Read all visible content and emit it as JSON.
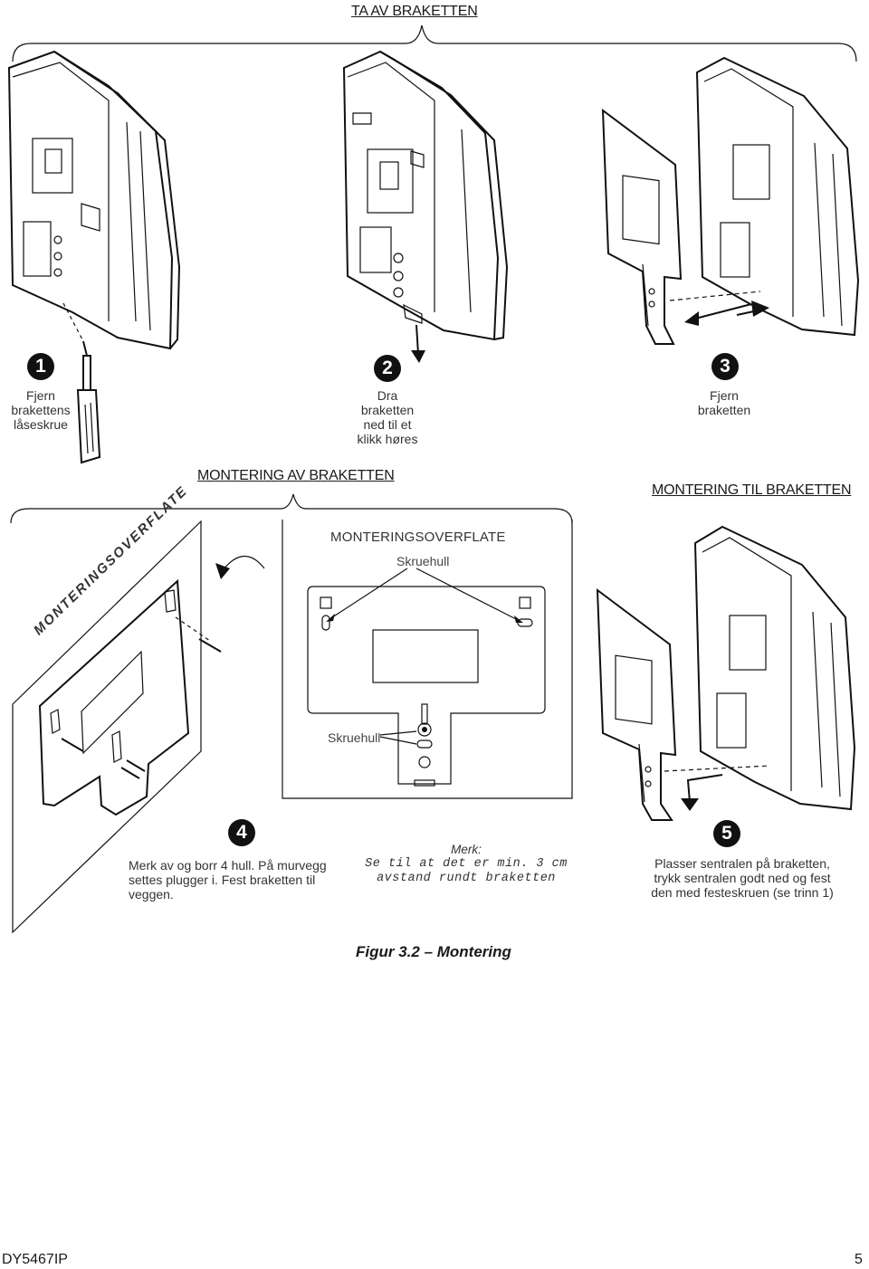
{
  "sections": {
    "remove": "TA AV BRAKETTEN",
    "mount_bracket": "MONTERING AV BRAKETTEN",
    "mount_to_bracket": "MONTERING TIL BRAKETTEN"
  },
  "steps": [
    {
      "number": "1",
      "caption": [
        "Fjern",
        "brakettens",
        "låseskrue"
      ]
    },
    {
      "number": "2",
      "caption": [
        "Dra",
        "braketten",
        "ned til et",
        "klikk høres"
      ]
    },
    {
      "number": "3",
      "caption": [
        "Fjern",
        "braketten"
      ]
    },
    {
      "number": "4",
      "text": [
        "Merk av og borr 4 hull. På murvegg",
        "settes plugger i. Fest braketten til",
        "veggen."
      ]
    },
    {
      "number": "5",
      "text": [
        "Plasser sentralen på braketten,",
        "trykk sentralen godt ned og fest",
        "den med festeskruen (se trinn 1)"
      ]
    }
  ],
  "diagram": {
    "surface_title": "MONTERINGSOVERFLATE",
    "wall_label": "MONTERINGSOVERFLATE",
    "screw_hole_top": "Skruehull",
    "screw_hole_bottom": "Skruehull"
  },
  "note": {
    "title": "Merk:",
    "lines": [
      "Se til at det er min. 3 cm",
      "avstand rundt braketten"
    ]
  },
  "figure_caption": "Figur 3.2 – Montering",
  "footer": {
    "doc_id": "DY5467IP",
    "page": "5"
  }
}
